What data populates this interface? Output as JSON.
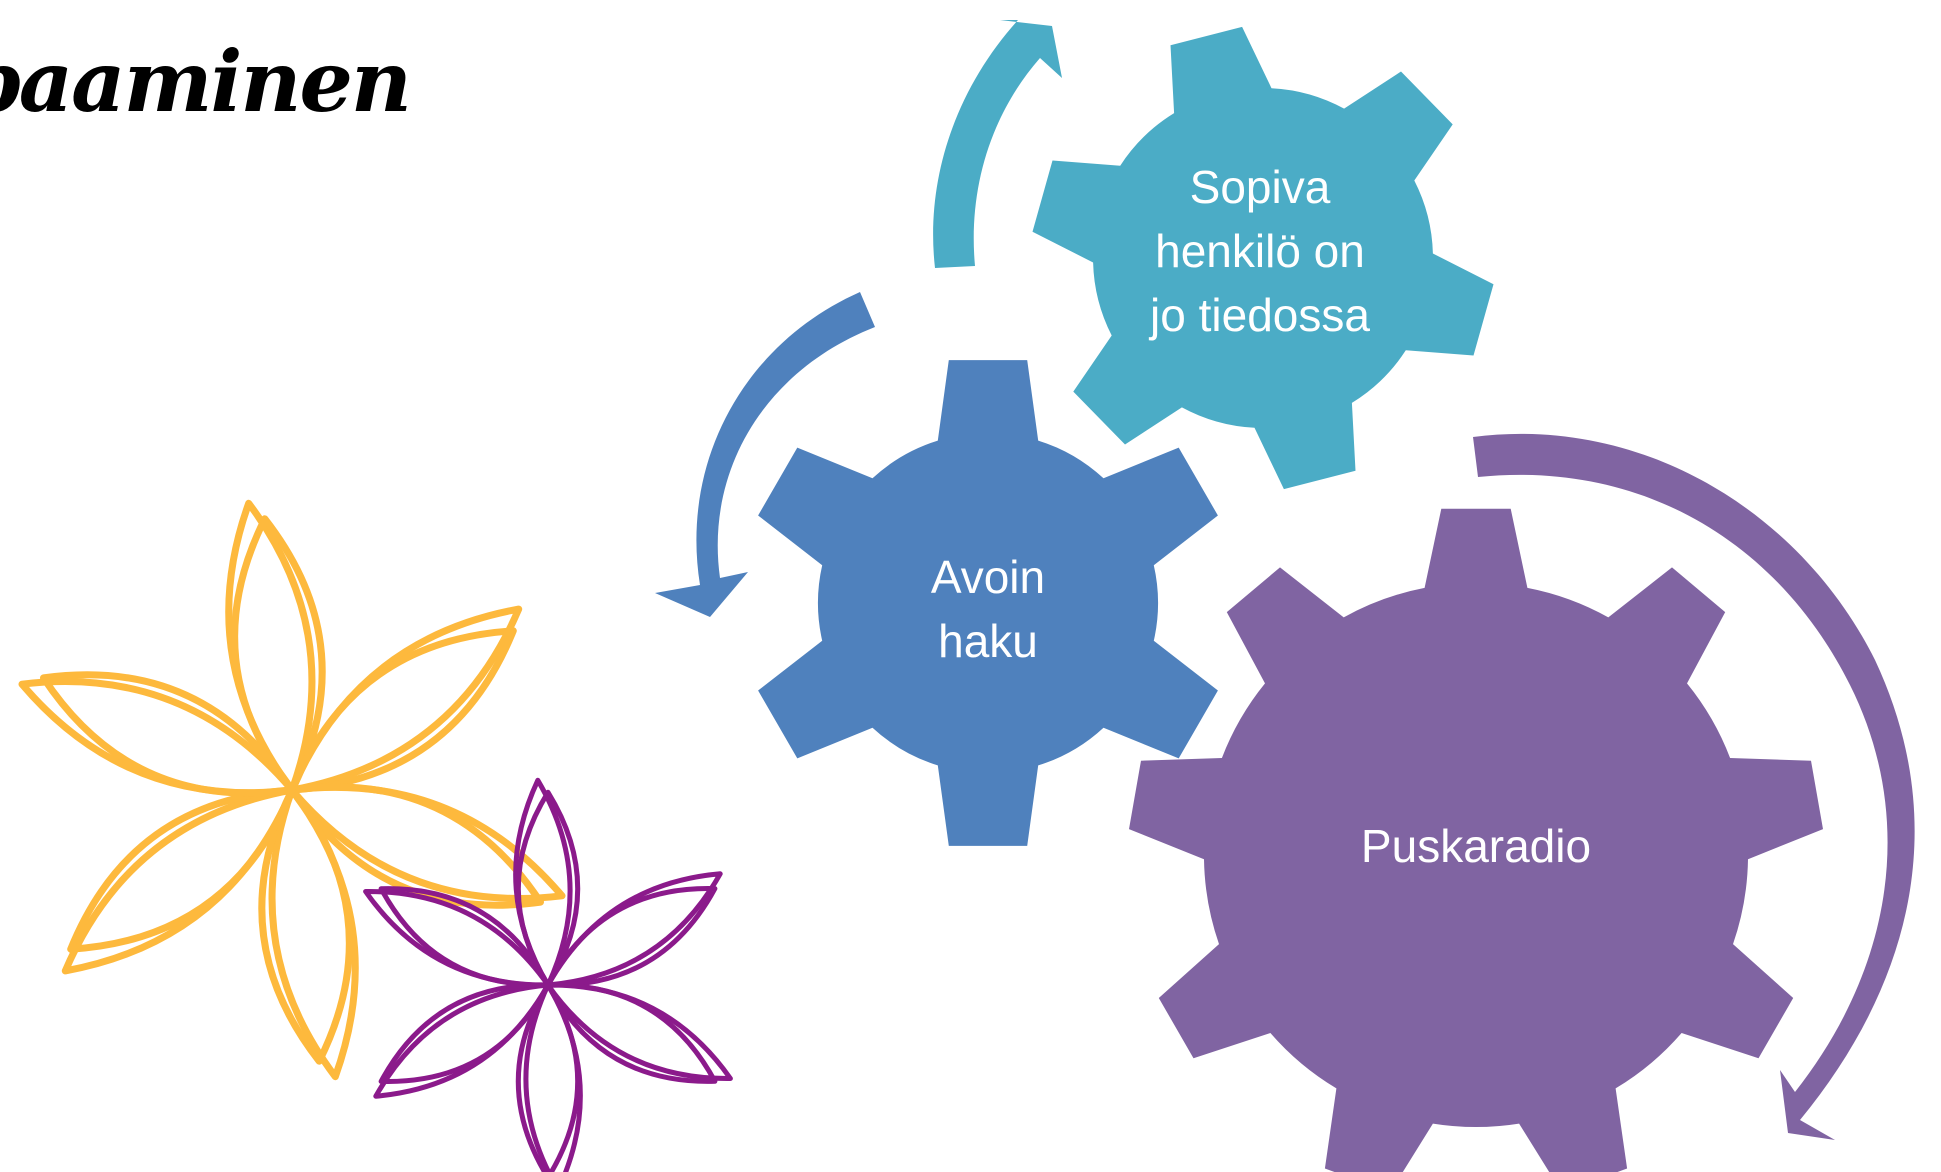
{
  "title": "paaminen",
  "colors": {
    "teal": "#4BACC6",
    "blue": "#4F81BD",
    "purple": "#8064A2",
    "flower_yellow": "#FDB93D",
    "flower_purple": "#8B1A8B"
  },
  "gears": {
    "top": {
      "lines": [
        "Sopiva",
        "henkilö on",
        "jo tiedossa"
      ],
      "color": "#4BACC6"
    },
    "middle": {
      "lines": [
        "Avoin",
        "haku"
      ],
      "color": "#4F81BD"
    },
    "bottom": {
      "lines": [
        "Puskaradio"
      ],
      "color": "#8064A2"
    }
  },
  "decorations": {
    "flower_large": "sketched-flower",
    "flower_small": "sketched-flower"
  }
}
